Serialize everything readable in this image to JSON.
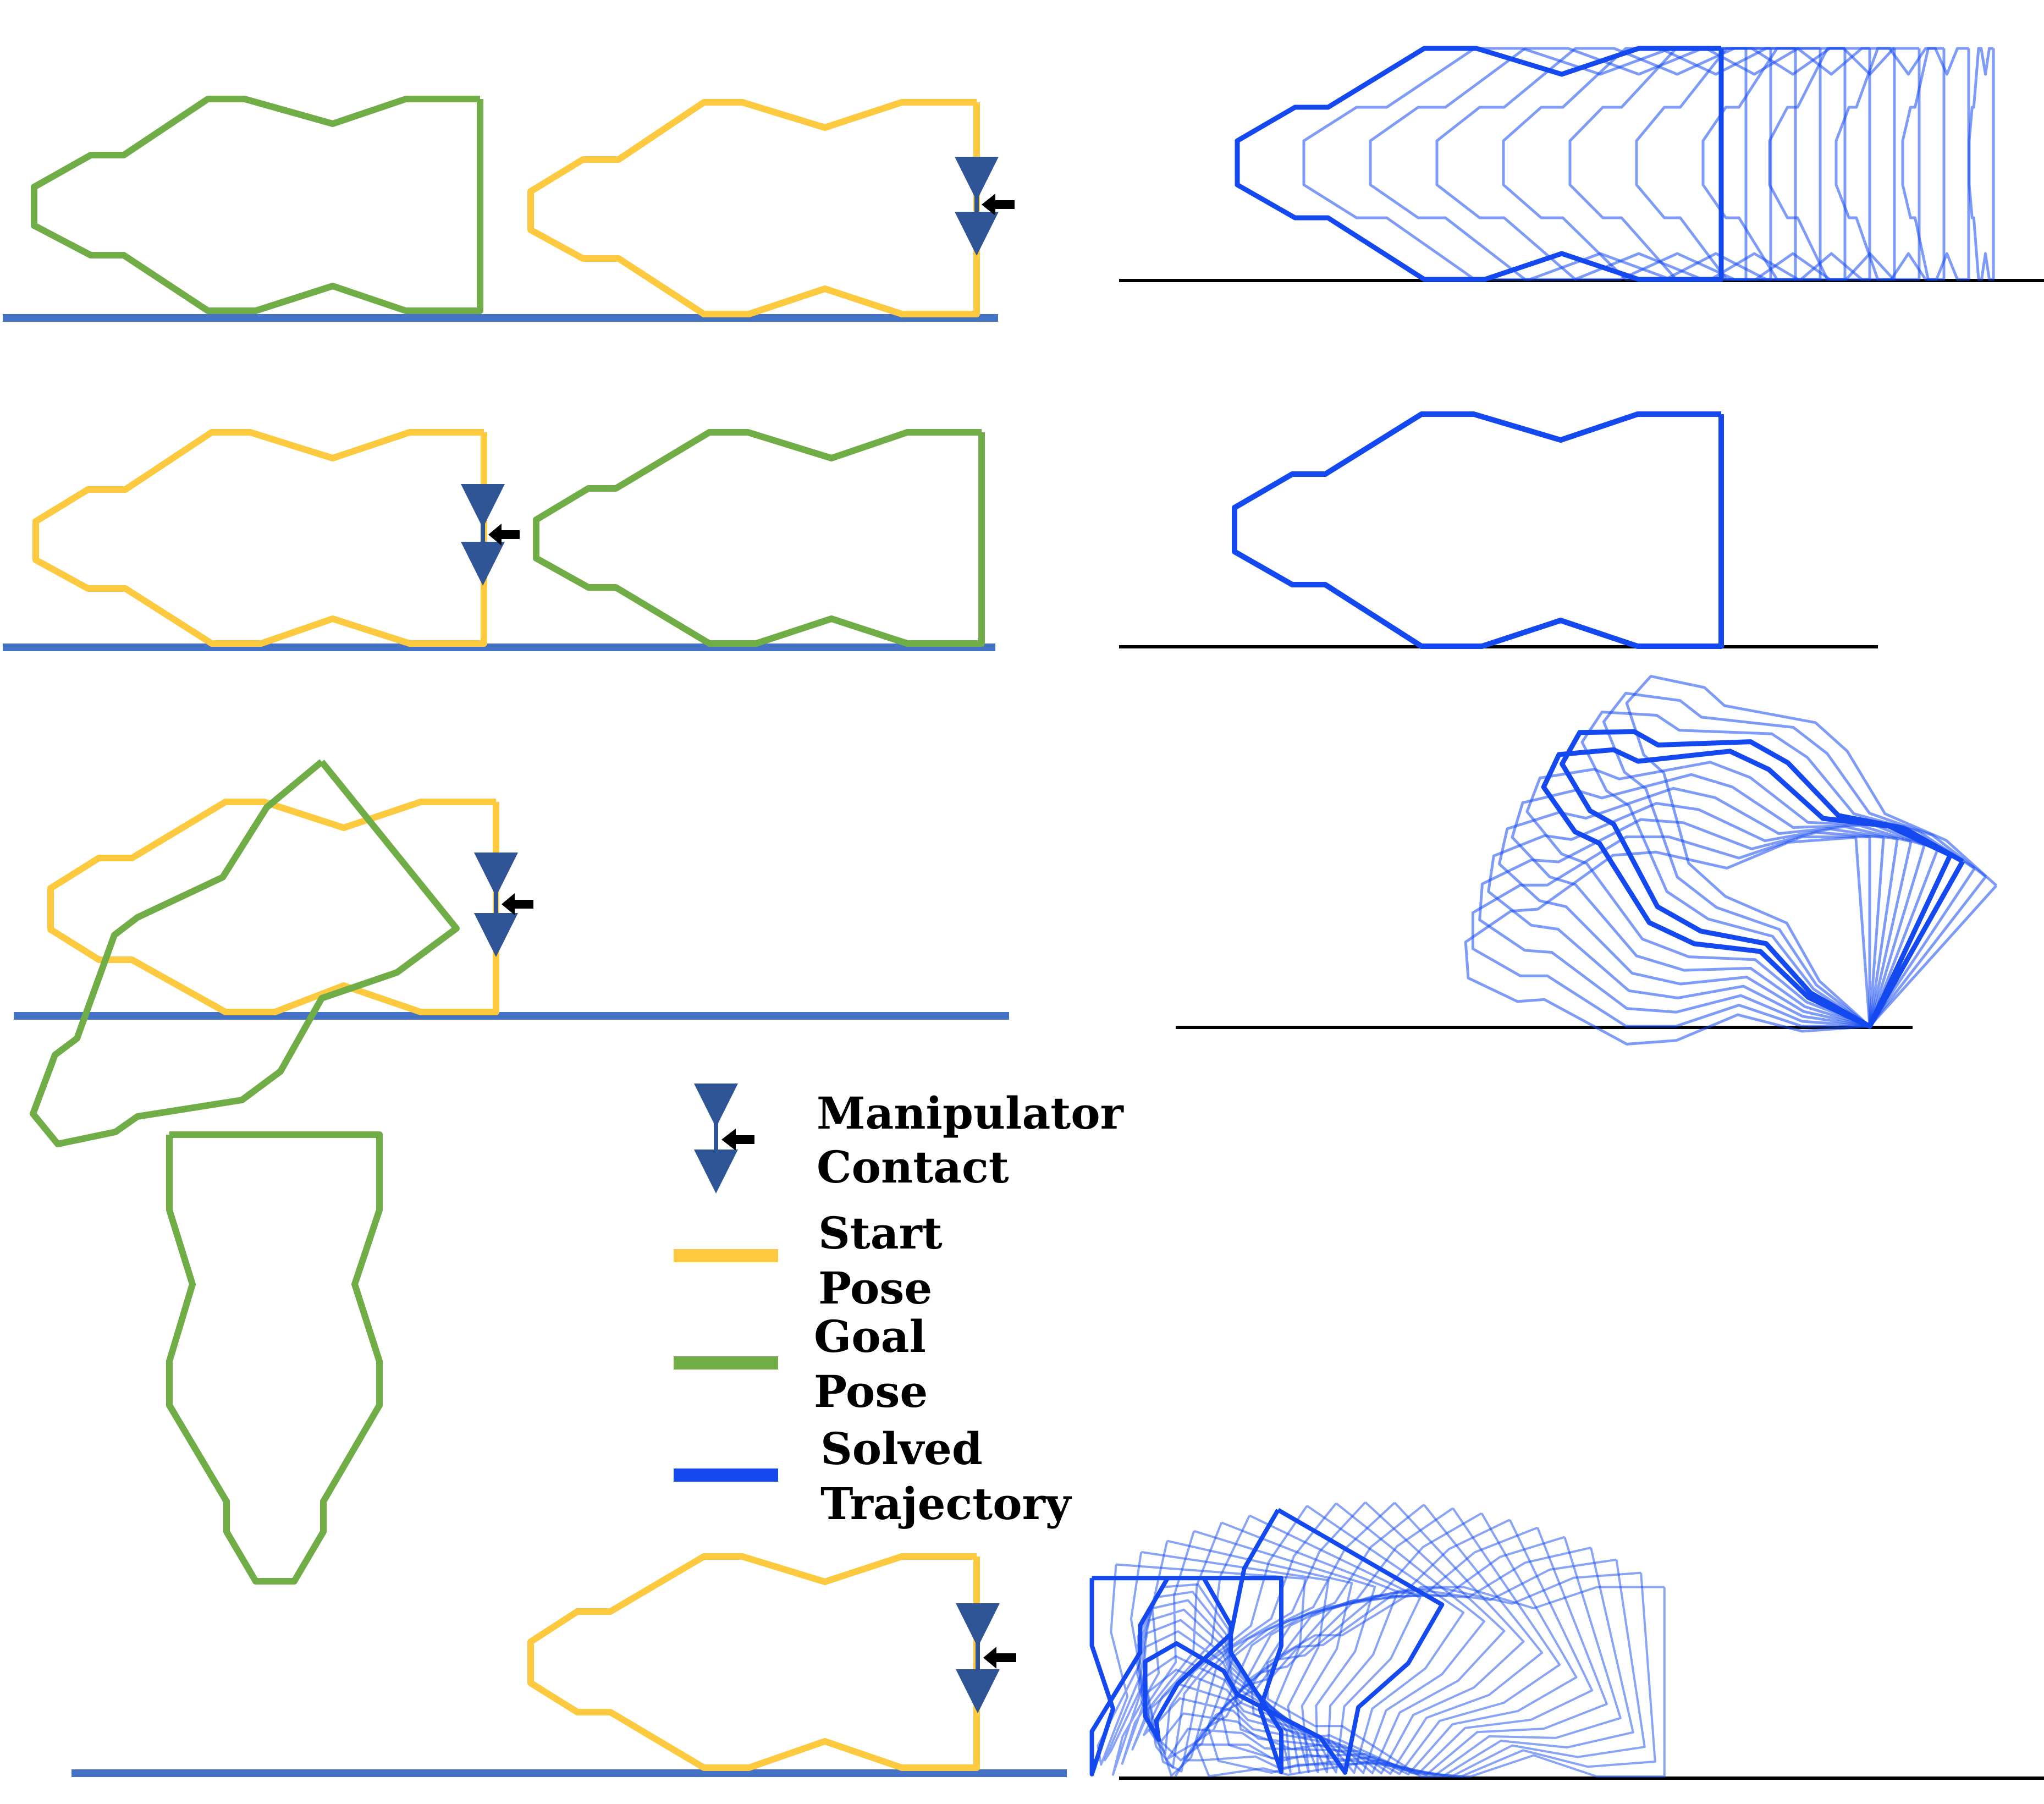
{
  "legend": {
    "manipulator_line1": "Manipulator",
    "manipulator_line2": "Contact",
    "start_line1": "Start",
    "start_line2": "Pose",
    "goal_line1": "Goal",
    "goal_line2": "Pose",
    "solved_line1": "Solved",
    "solved_line2": "Trajectory"
  },
  "colors": {
    "start_pose": "#fcc93f",
    "goal_pose": "#70ad47",
    "solved_trajectory": "#1449f0",
    "surface": "#4472c4",
    "ground_line": "#000000",
    "manipulator_arrow": "#000000",
    "manipulator_contact": "#2f5597"
  },
  "rows": [
    {
      "id": "row1",
      "trajectory": "translation"
    },
    {
      "id": "row2",
      "trajectory": "translation-static"
    },
    {
      "id": "row3",
      "trajectory": "rotation"
    },
    {
      "id": "row4",
      "trajectory": "rotation-to-upright"
    }
  ]
}
